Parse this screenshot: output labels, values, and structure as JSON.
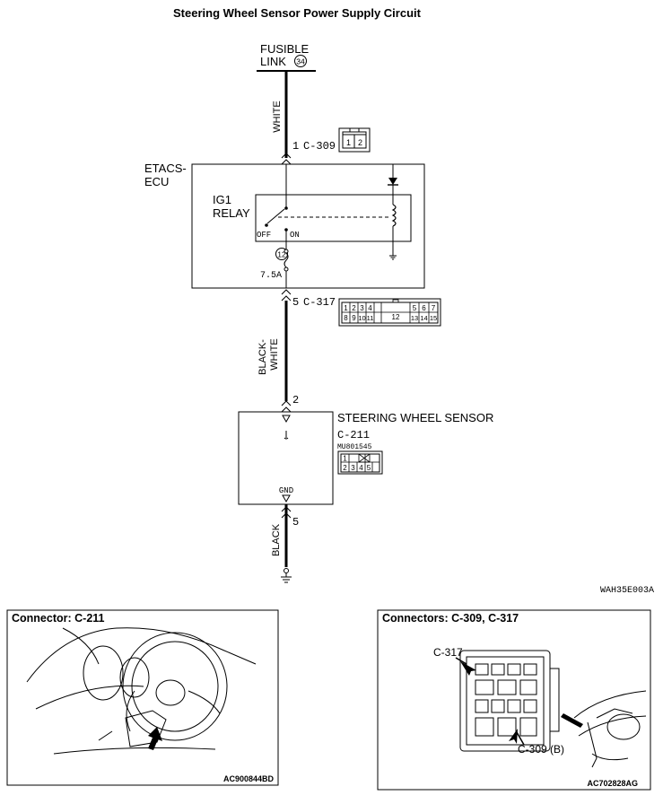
{
  "title": "Steering Wheel Sensor Power Supply Circuit",
  "fusible_link": {
    "line1": "FUSIBLE",
    "line2": "LINK",
    "number": "34"
  },
  "wire_white": "WHITE",
  "c309": {
    "pin": "1",
    "name": "C-309",
    "pins": [
      "1",
      "2"
    ]
  },
  "etacs": {
    "line1": "ETACS-",
    "line2": "ECU"
  },
  "relay": {
    "line1": "IG1",
    "line2": "RELAY",
    "off": "OFF",
    "on": "ON"
  },
  "fuse": {
    "number": "12",
    "rating": "7.5A"
  },
  "c317": {
    "pin": "5",
    "name": "C-317",
    "top_pins": [
      "1",
      "2",
      "3",
      "4",
      "5",
      "6",
      "7"
    ],
    "center": "12",
    "bottom_pins": [
      "8",
      "9",
      "10",
      "11",
      "13",
      "14",
      "15"
    ]
  },
  "wire_black_white": {
    "line1": "BLACK-",
    "line2": "WHITE"
  },
  "sensor": {
    "pin_in": "2",
    "name": "STEERING WHEEL SENSOR",
    "connector": "C-211",
    "part": "MU801545",
    "pins": [
      "1",
      "2",
      "3",
      "4",
      "5"
    ],
    "gnd": "GND",
    "pin_out": "5"
  },
  "wire_black": "BLACK",
  "diagram_code": "WAH35E003A",
  "panel_left": {
    "title": "Connector: C-211",
    "code": "AC900844BD"
  },
  "panel_right": {
    "title": "Connectors: C-309, C-317",
    "label_a": "C-317",
    "label_b": "C-309 (B)",
    "code": "AC702828AG"
  }
}
